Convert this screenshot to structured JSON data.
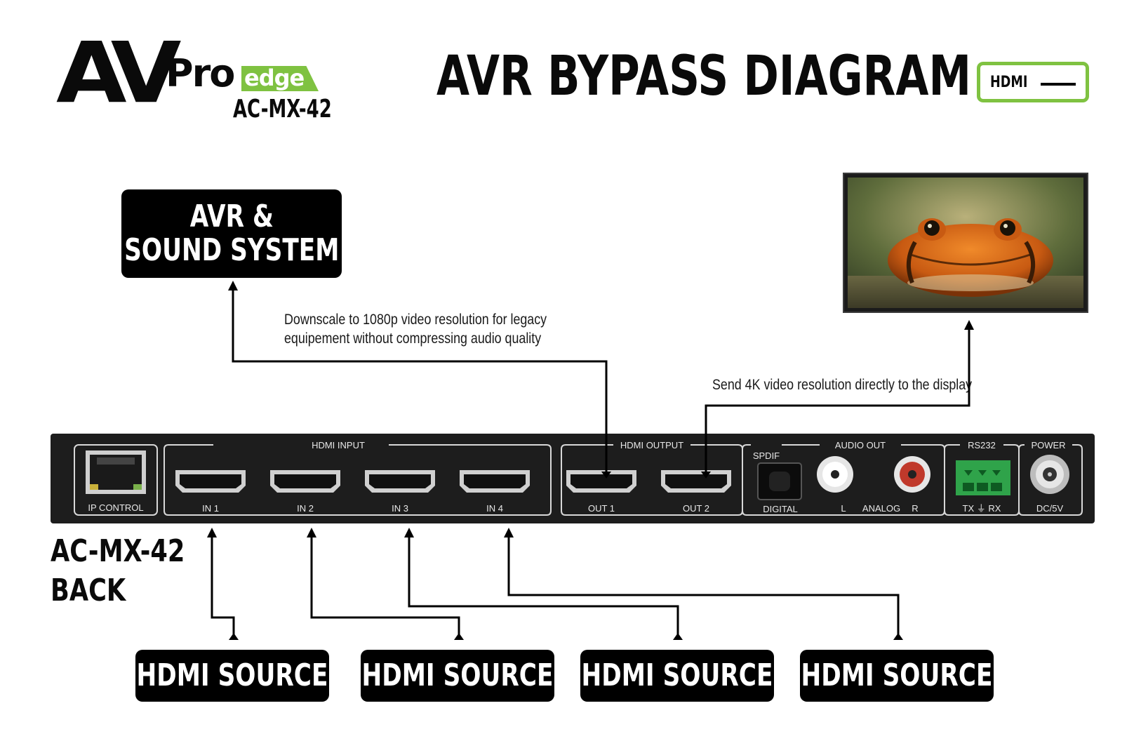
{
  "brand": {
    "logo_av": "AV",
    "logo_pro": "Pro",
    "logo_edge": "edge",
    "model": "AC-MX-42",
    "accent_color": "#7fc241"
  },
  "title": "AVR BYPASS DIAGRAM",
  "legend": {
    "label": "HDMI"
  },
  "avr": {
    "line1": "AVR &",
    "line2": "SOUND SYSTEM"
  },
  "notes": {
    "avr_line1": "Downscale to 1080p video resolution for legacy",
    "avr_line2": "equipement without compressing audio quality",
    "display": "Send 4K video resolution directly to the display"
  },
  "device": {
    "ip_control": "IP CONTROL",
    "hdmi_input": "HDMI INPUT",
    "inputs": [
      "IN 1",
      "IN 2",
      "IN 3",
      "IN 4"
    ],
    "hdmi_output": "HDMI  OUTPUT",
    "outputs": [
      "OUT 1",
      "OUT 2"
    ],
    "spdif": "SPDIF",
    "digital": "DIGITAL",
    "audio_out": "AUDIO OUT",
    "audio_l": "L",
    "audio_analog": "ANALOG",
    "audio_r": "R",
    "rs232": "RS232",
    "rs232_pins": "TX ⏚ RX",
    "power": "POWER",
    "power_spec": "DC/5V"
  },
  "back_label": {
    "line1": "AC-MX-42",
    "line2": "BACK"
  },
  "sources": [
    "HDMI SOURCE",
    "HDMI SOURCE",
    "HDMI SOURCE",
    "HDMI SOURCE"
  ],
  "icons": {
    "display": "display-frog-image",
    "ethernet": "ethernet-port-icon",
    "hdmi": "hdmi-port-icon"
  }
}
